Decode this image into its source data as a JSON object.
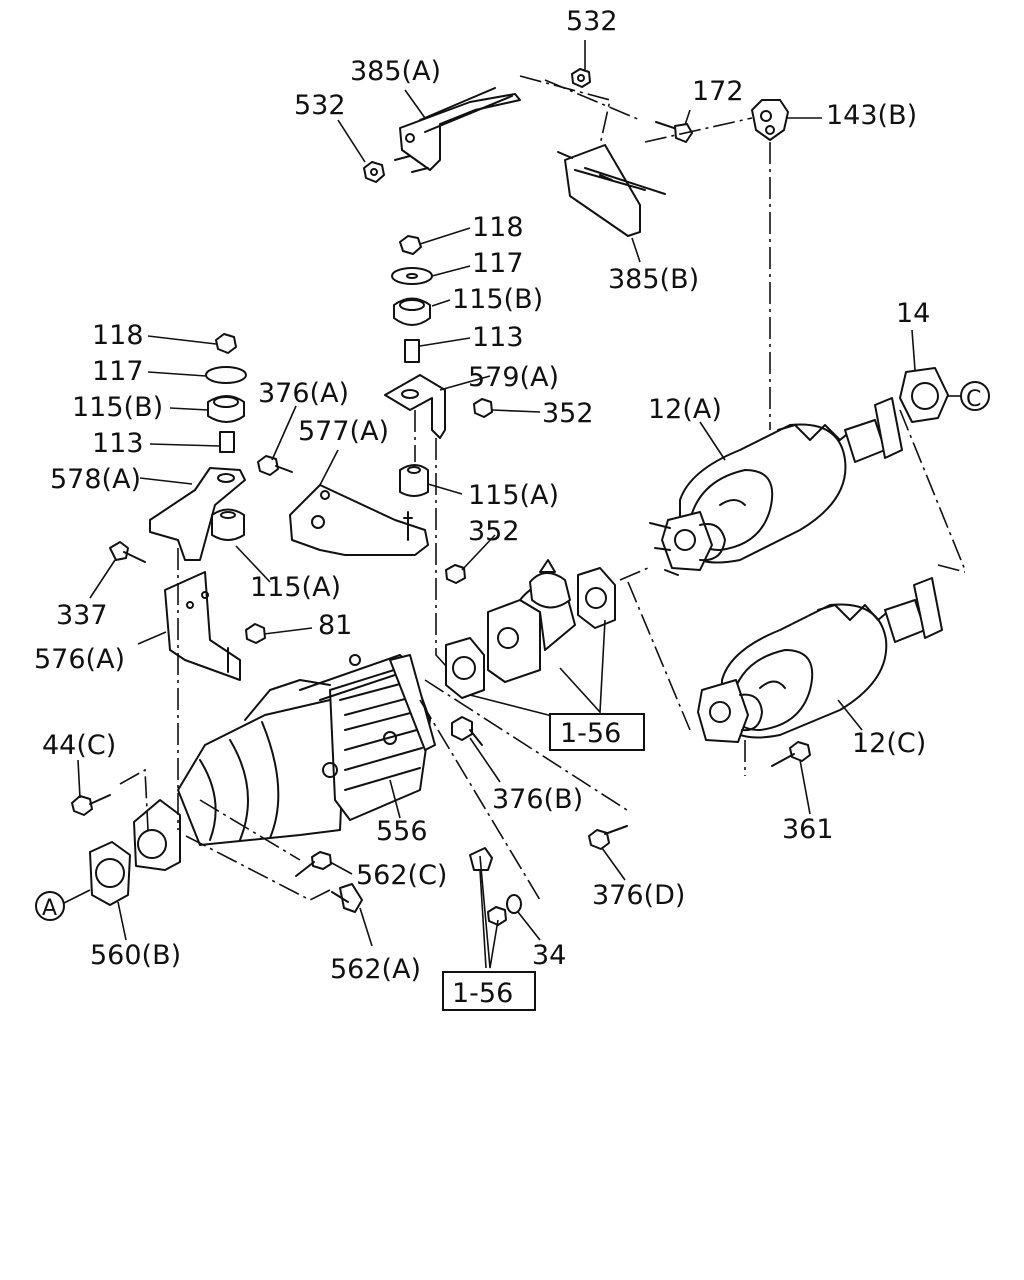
{
  "diagram": {
    "labels": [
      "532",
      "385(A)",
      "532",
      "172",
      "143(B)",
      "385(B)",
      "118",
      "117",
      "115(B)",
      "113",
      "579(A)",
      "352",
      "115(A)",
      "352",
      "118",
      "117",
      "115(B)",
      "113",
      "376(A)",
      "577(A)",
      "578(A)",
      "115(A)",
      "337",
      "81",
      "576(A)",
      "44(C)",
      "556",
      "376(B)",
      "376(D)",
      "562(C)",
      "562(A)",
      "34",
      "560(B)",
      "14",
      "12(A)",
      "12(C)",
      "361"
    ],
    "ref_boxes": [
      "1-56",
      "1-56"
    ],
    "circle_refs": [
      "C",
      "A"
    ]
  }
}
